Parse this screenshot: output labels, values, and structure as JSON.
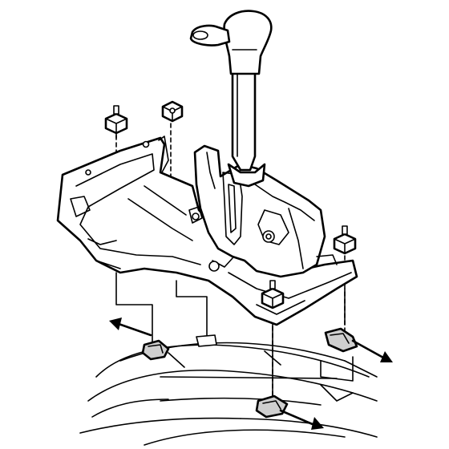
{
  "diagram": {
    "subject": "",
    "colors": {
      "ink": "#000000",
      "paper": "#ffffff",
      "shade": "#cfcfcf"
    },
    "parts": [
      {
        "id": "shift-knob"
      },
      {
        "id": "shift-lever"
      },
      {
        "id": "shifter-bracket"
      },
      {
        "id": "shift-housing"
      },
      {
        "id": "nut-1"
      },
      {
        "id": "nut-2"
      },
      {
        "id": "nut-3"
      },
      {
        "id": "nut-4"
      },
      {
        "id": "clip-1"
      },
      {
        "id": "clip-2"
      },
      {
        "id": "clip-3"
      },
      {
        "id": "clip-4"
      },
      {
        "id": "removal-arrow-1"
      },
      {
        "id": "removal-arrow-2"
      },
      {
        "id": "removal-arrow-3"
      },
      {
        "id": "floor-panel"
      }
    ]
  }
}
